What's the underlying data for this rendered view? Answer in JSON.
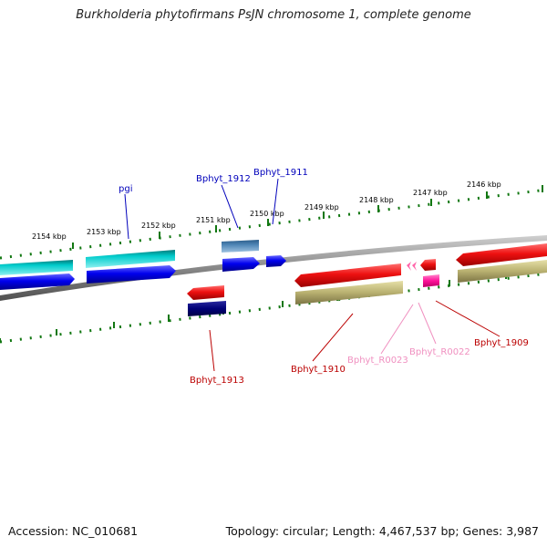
{
  "title": "Burkholderia phytofirmans PsJN chromosome 1, complete genome",
  "footer": {
    "accession": "Accession: NC_010681",
    "topology": "Topology: circular; Length: 4,467,537 bp; Genes: 3,987"
  },
  "scale": {
    "unit": "kbp",
    "tick_labels": [
      "2154 kbp",
      "2153 kbp",
      "2152 kbp",
      "2151 kbp",
      "2150 kbp",
      "2149 kbp",
      "2148 kbp",
      "2147 kbp",
      "2146 kbp"
    ]
  },
  "genes": [
    {
      "name": "pgi",
      "color": "#0000bb"
    },
    {
      "name": "Bphyt_1912",
      "color": "#0000bb"
    },
    {
      "name": "Bphyt_1911",
      "color": "#0000bb"
    },
    {
      "name": "Bphyt_1913",
      "color": "#bb0000"
    },
    {
      "name": "Bphyt_1910",
      "color": "#bb0000"
    },
    {
      "name": "Bphyt_R0023",
      "color": "#f090c0"
    },
    {
      "name": "Bphyt_R0022",
      "color": "#f090c0"
    },
    {
      "name": "Bphyt_1909",
      "color": "#bb0000"
    }
  ],
  "colors": {
    "forward_cds": "#0000ee",
    "forward_feature": "#00cccc",
    "forward_misc": "#4a80b0",
    "reverse_cds": "#ee1111",
    "reverse_feature": "#b8b070",
    "reverse_dark": "#000077",
    "rna": "#ff66aa",
    "rna_gene": "#ff1199",
    "backbone": "#888888",
    "tick": "#117711"
  }
}
